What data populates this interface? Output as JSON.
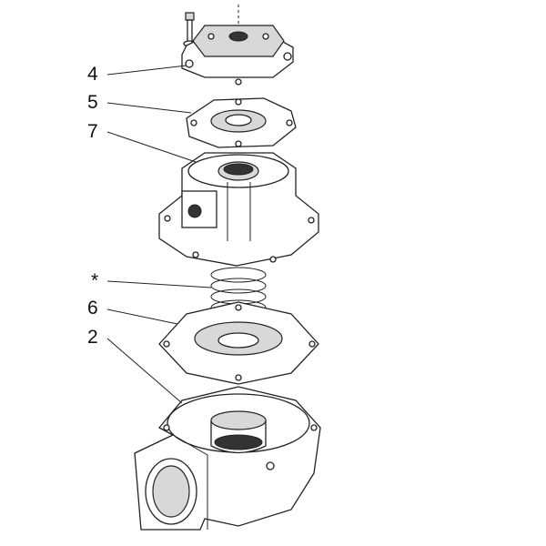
{
  "diagram": {
    "labels": [
      {
        "id": "cover",
        "text": "4"
      },
      {
        "id": "upper-diaphragm",
        "text": "5"
      },
      {
        "id": "pilot-body",
        "text": "7"
      },
      {
        "id": "spring",
        "text": "*"
      },
      {
        "id": "main-diaphragm",
        "text": "6"
      },
      {
        "id": "valve-body",
        "text": "2"
      }
    ]
  }
}
